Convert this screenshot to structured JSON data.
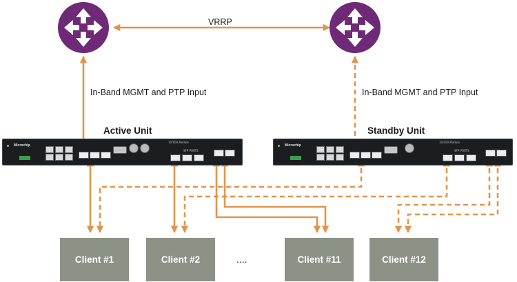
{
  "link_label": "VRRP",
  "mgmt_label_left": "In-Band MGMT and PTP Input",
  "mgmt_label_right": "In-Band MGMT and PTP Input",
  "active_unit": {
    "title": "Active Unit",
    "brand": "Microchip",
    "module_label": "10/100 Module",
    "ports_label": "SFP PORTS"
  },
  "standby_unit": {
    "title": "Standby Unit",
    "brand": "Microchip",
    "module_label": "10/100 Module",
    "ports_label": "SFP PORTS"
  },
  "clients": [
    "Client #1",
    "Client #2",
    "Client #11",
    "Client #12"
  ],
  "ellipsis": "....",
  "colors": {
    "router": "#6f2a77",
    "connection": "#e0954a",
    "client_box": "#8c9285",
    "chassis": "#1b1d20"
  },
  "line_styles": {
    "active_links": "solid",
    "standby_links": "dashed"
  }
}
